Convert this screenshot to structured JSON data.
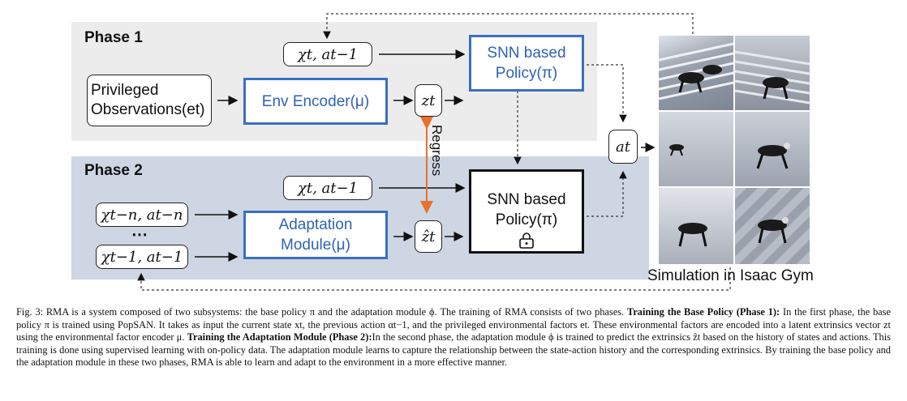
{
  "diagram": {
    "phase1": {
      "title": "Phase 1",
      "state_action": "χt, at−1",
      "privileged": "Privileged Observations(et)",
      "privileged_line1": "Privileged",
      "privileged_line2": "Observations(et)",
      "env_encoder": "Env Encoder(μ)",
      "latent": "zt",
      "policy_line1": "SNN based",
      "policy_line2": "Policy(π)"
    },
    "phase2": {
      "title": "Phase 2",
      "state_action": "χt, at−1",
      "history_top": "χt−n, at−n",
      "history_dots": "⋯",
      "history_bottom": "χt−1, at−1",
      "adaptation_line1": "Adaptation",
      "adaptation_line2": "Module(μ)",
      "latent_hat": "ẑt",
      "policy_line1": "SNN based",
      "policy_line2": "Policy(π)",
      "lock_icon": "lock-icon"
    },
    "regress": "Regress",
    "action": "at",
    "simulation_label": "Simulation in Isaac Gym",
    "colors": {
      "phase1_bg": "#ececec",
      "phase2_bg": "#cdd6e2",
      "blue_accent": "#3a6fc4",
      "regress_arrow": "#e8712b"
    }
  },
  "caption": {
    "part1": "Fig. 3: RMA is a system composed of two subsystems: the base policy π and the adaptation module ϕ. The training of RMA consists of two phases. ",
    "bold1": "Training the Base Policy (Phase 1):",
    "part2": " In the first phase, the base policy π is trained using PopSAN. It takes as input the current state xt, the previous action αt−1, and the privileged environmental factors et. These environmental factors are encoded into a latent extrinsics vector zt using the environmental factor encoder μ. ",
    "bold2": "Training the Adaptation Module (Phase 2):",
    "part3": "In the second phase, the adaptation module ϕ is trained to predict the extrinsics ẑt based on the history of states and actions. This training is done using supervised learning with on-policy data. The adaptation module learns to capture the relationship between the state-action history and the corresponding extrinsics. By training the base policy and the adaptation module in these two phases, RMA is able to learn and adapt to the environment in a more effective manner."
  }
}
